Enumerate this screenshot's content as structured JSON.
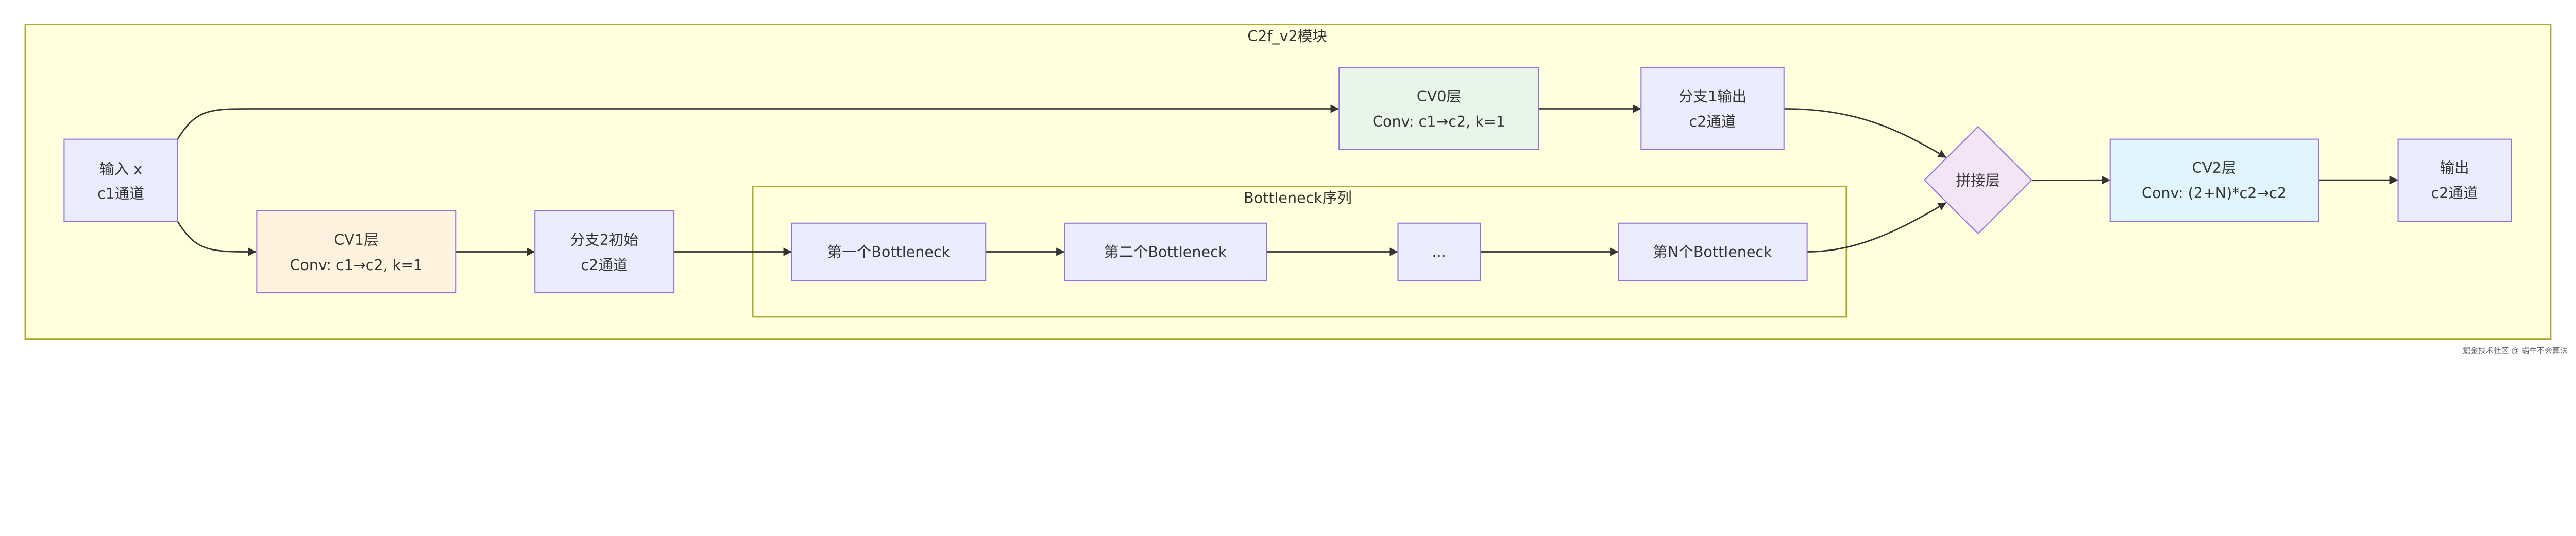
{
  "diagram": {
    "outer_cluster": {
      "title": "C2f_v2模块",
      "fill": "#ffffde",
      "stroke": "#aaaa33"
    },
    "inner_cluster": {
      "title": "Bottleneck序列"
    },
    "nodes": {
      "input": {
        "line1": "输入 x",
        "line2": "c1通道",
        "fill": "#ececff"
      },
      "cv0": {
        "line1": "CV0层",
        "line2": "Conv: c1→c2, k=1",
        "fill": "#e8f5e9"
      },
      "branch1": {
        "line1": "分支1输出",
        "line2": "c2通道",
        "fill": "#ececff"
      },
      "cv1": {
        "line1": "CV1层",
        "line2": "Conv: c1→c2, k=1",
        "fill": "#fff3e0"
      },
      "branch2": {
        "line1": "分支2初始",
        "line2": "c2通道",
        "fill": "#ececff"
      },
      "bottleneck1": {
        "label": "第一个Bottleneck",
        "fill": "#ececff"
      },
      "bottleneck2": {
        "label": "第二个Bottleneck",
        "fill": "#ececff"
      },
      "ellipsis": {
        "label": "...",
        "fill": "#ececff"
      },
      "bottleneckN": {
        "label": "第N个Bottleneck",
        "fill": "#ececff"
      },
      "concat": {
        "label": "拼接层",
        "fill": "#f3e5f5"
      },
      "cv2": {
        "line1": "CV2层",
        "line2": "Conv: (2+N)*c2→c2",
        "fill": "#e1f5fe"
      },
      "output": {
        "line1": "输出",
        "line2": "c2通道",
        "fill": "#ececff"
      }
    },
    "node_stroke": "#9370db",
    "edge_color": "#333333"
  },
  "watermark": "掘金技术社区 @ 蜗牛不会算法"
}
